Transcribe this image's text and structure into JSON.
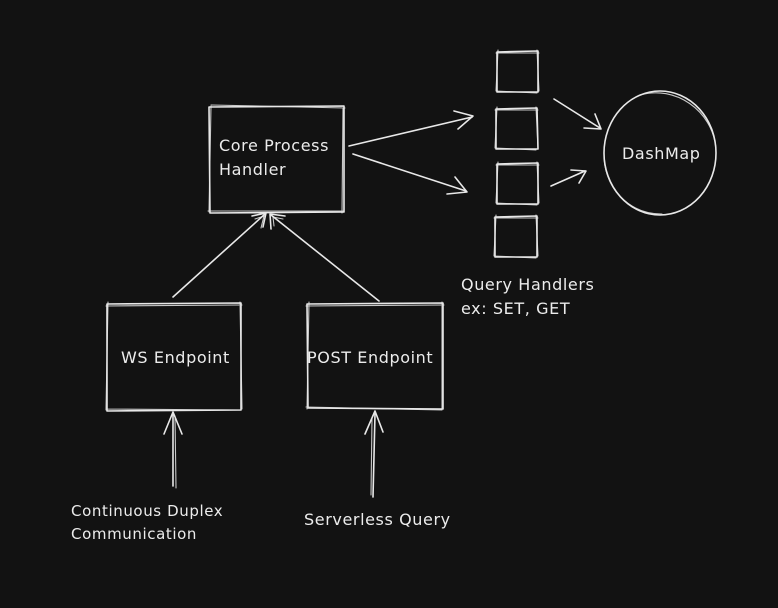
{
  "nodes": {
    "core": {
      "line1": "Core Process",
      "line2": "Handler"
    },
    "ws": {
      "label": "WS Endpoint"
    },
    "post": {
      "label": "POST Endpoint"
    },
    "dashmap": {
      "label": "DashMap"
    },
    "query_handlers": {
      "line1": "Query Handlers",
      "line2": "ex: SET, GET"
    },
    "duplex": {
      "line1": "Continuous Duplex",
      "line2": "Communication"
    },
    "serverless": {
      "label": "Serverless Query"
    }
  },
  "colors": {
    "background": "#121212",
    "stroke": "#e8e8e8"
  }
}
